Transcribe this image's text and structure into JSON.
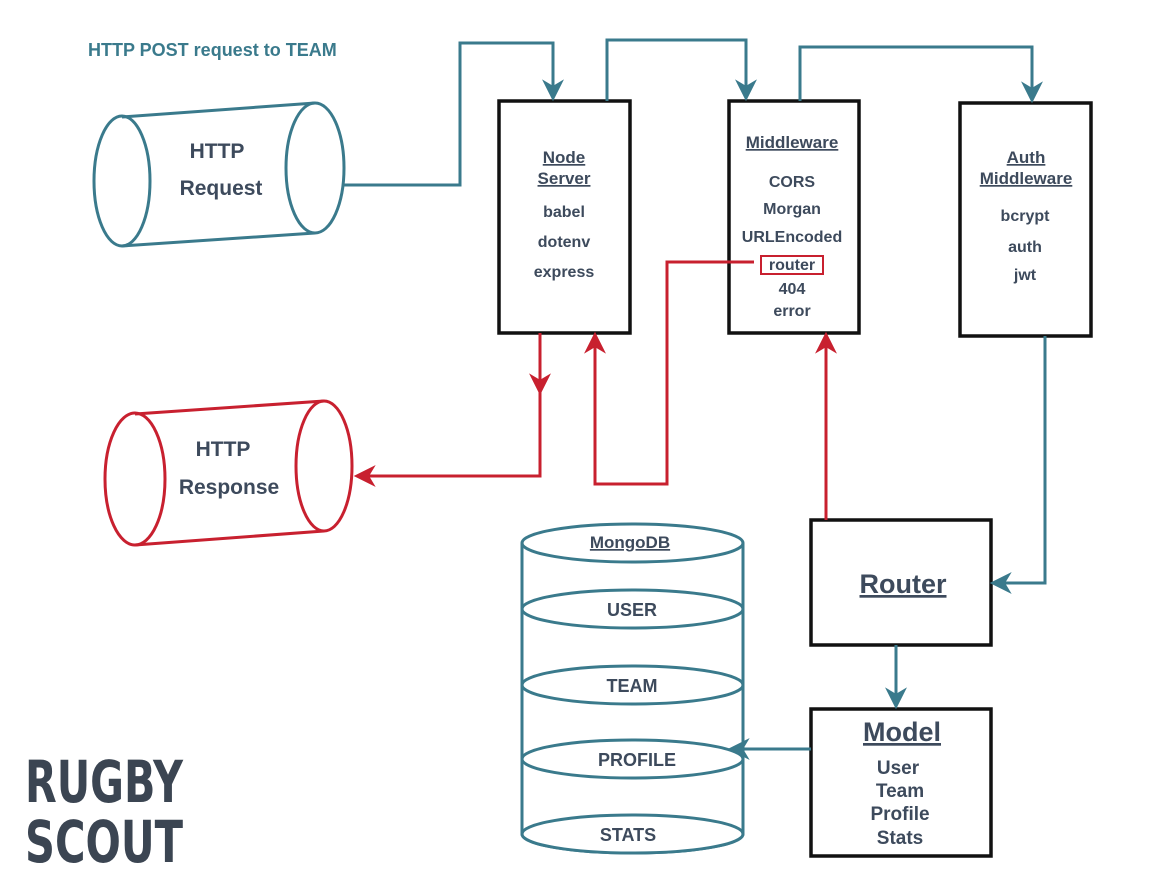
{
  "caption": "HTTP POST request to TEAM",
  "colors": {
    "request": "#3a7a8c",
    "response": "#c8202f",
    "box": "#111111",
    "text": "#3d4a5c"
  },
  "http_request": {
    "line1": "HTTP",
    "line2": "Request"
  },
  "http_response": {
    "line1": "HTTP",
    "line2": "Response"
  },
  "node_server": {
    "title1": "Node",
    "title2": "Server",
    "items": [
      "babel",
      "dotenv",
      "express"
    ]
  },
  "middleware": {
    "title": "Middleware",
    "items": [
      "CORS",
      "Morgan",
      "URLEncoded"
    ],
    "highlight": "router",
    "items2": [
      "404",
      "error"
    ]
  },
  "auth_middleware": {
    "title1": "Auth",
    "title2": "Middleware",
    "items": [
      "bcrypt",
      "auth",
      "jwt"
    ]
  },
  "router": {
    "title": "Router"
  },
  "model": {
    "title": "Model",
    "items": [
      "User",
      "Team",
      "Profile",
      "Stats"
    ]
  },
  "mongodb": {
    "title": "MongoDB",
    "collections": [
      "USER",
      "TEAM",
      "PROFILE",
      "STATS"
    ]
  },
  "logo": {
    "line1": "RUGBY",
    "line2": "SCOUT"
  }
}
